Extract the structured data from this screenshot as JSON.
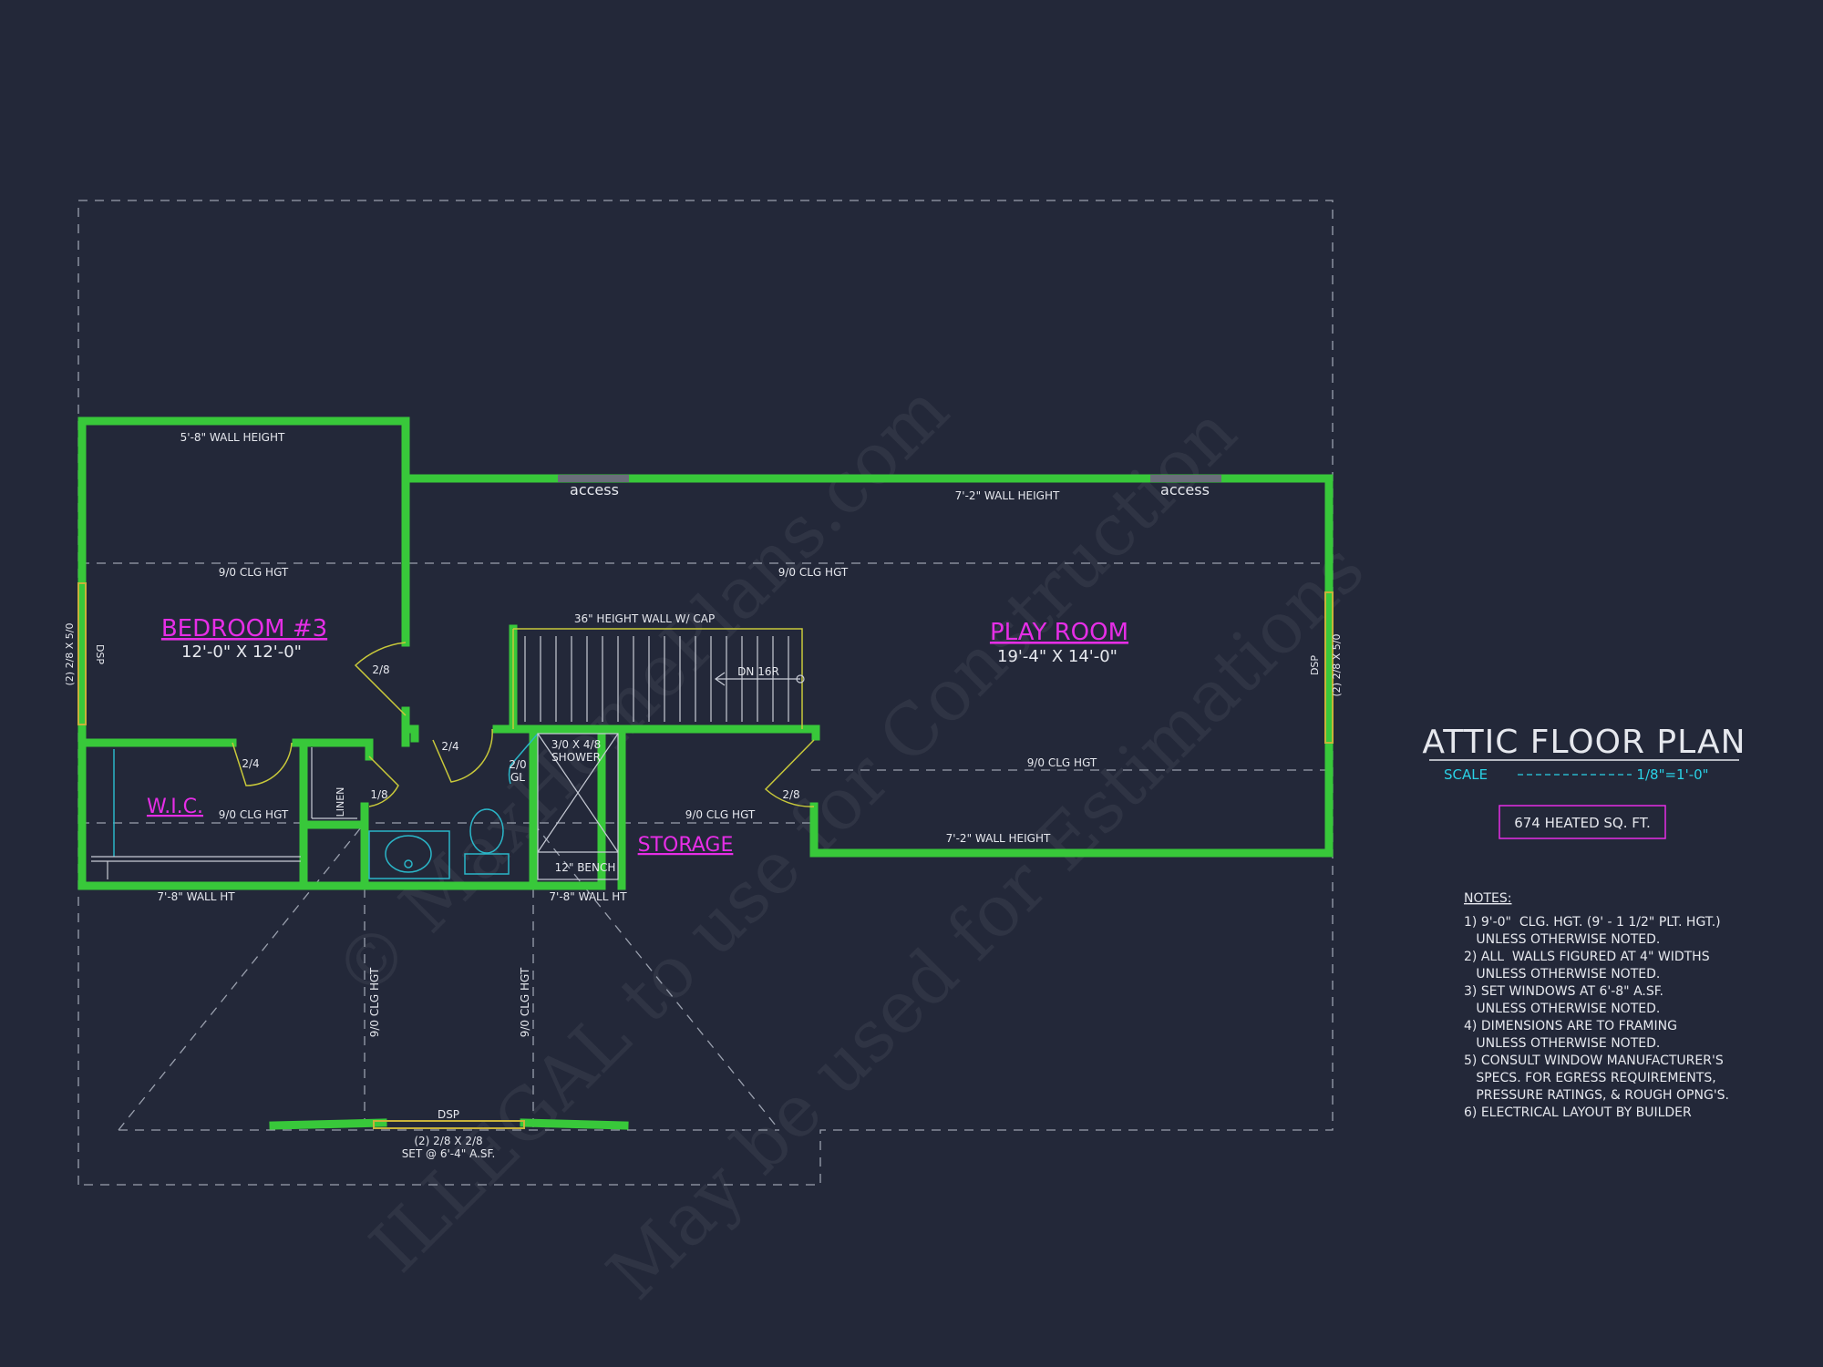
{
  "plan": {
    "title": "ATTIC FLOOR PLAN",
    "scale_label": "SCALE",
    "scale_value": "1/8\"=1'-0\"",
    "area": "674 HEATED SQ. FT."
  },
  "rooms": {
    "bedroom": {
      "name": "BEDROOM #3",
      "dims": "12'-0\" X 12'-0\""
    },
    "playroom": {
      "name": "PLAY ROOM",
      "dims": "19'-4\" X 14'-0\""
    },
    "wic": {
      "name": "W.I.C."
    },
    "storage": {
      "name": "STORAGE"
    }
  },
  "labels": {
    "wall_5_8": "5'-8\" WALL HEIGHT",
    "wall_7_2_top": "7'-2\" WALL HEIGHT",
    "wall_7_2_bottom": "7'-2\" WALL HEIGHT",
    "wall_7_8_left": "7'-8\" WALL HT",
    "wall_7_8_right": "7'-8\" WALL HT",
    "access_left": "access",
    "access_right": "access",
    "clg_bedroom": "9/0 CLG HGT",
    "clg_play_top": "9/0 CLG HGT",
    "clg_play_right": "9/0 CLG HGT",
    "clg_wic": "9/0 CLG HGT",
    "clg_storage": "9/0 CLG HGT",
    "clg_vert_left": "9/0 CLG HGT",
    "clg_vert_right": "9/0 CLG HGT",
    "half_wall": "36\" HEIGHT WALL W/ CAP",
    "stair": "DN 16R",
    "door_bed": "2/8",
    "door_bath": "2/4",
    "door_wic": "2/4",
    "door_linen": "1/8",
    "door_shower_1": "2/0",
    "door_shower_2": "GL",
    "door_play": "2/8",
    "shower_1": "3/0 X 4/8",
    "shower_2": "SHOWER",
    "bench": "12\" BENCH",
    "linen": "LINEN",
    "win_left": "(2) 2/8 X 5/0",
    "dsp_left": "DSP",
    "win_right": "(2) 2/8 X 5/0",
    "dsp_right": "DSP",
    "dsp_bottom": "DSP",
    "win_bottom_1": "(2) 2/8 X 2/8",
    "win_bottom_2": "SET @ 6'-4\" A.SF."
  },
  "notes": {
    "heading": "NOTES:",
    "lines": [
      "1) 9'-0\"  CLG. HGT. (9' - 1 1/2\" PLT. HGT.)",
      "   UNLESS OTHERWISE NOTED.",
      "2) ALL  WALLS FIGURED AT 4\" WIDTHS",
      "   UNLESS OTHERWISE NOTED.",
      "3) SET WINDOWS AT 6'-8\" A.SF.",
      "   UNLESS OTHERWISE NOTED.",
      "4) DIMENSIONS ARE TO FRAMING",
      "   UNLESS OTHERWISE NOTED.",
      "5) CONSULT WINDOW MANUFACTURER'S",
      "   SPECS. FOR EGRESS REQUIREMENTS,",
      "   PRESSURE RATINGS, & ROUGH OPNG'S.",
      "6) ELECTRICAL LAYOUT BY BUILDER"
    ]
  },
  "watermark": {
    "line1": "© MaxHomePlans.com",
    "line2": "ILLEGAL to use for Construction",
    "line3": "May be used for Estimations"
  },
  "colors": {
    "background": "#232839",
    "wall": "#38c83a",
    "room_label": "#e62ee6",
    "scale": "#2ad2e6",
    "fixture": "#2ab6c8"
  }
}
